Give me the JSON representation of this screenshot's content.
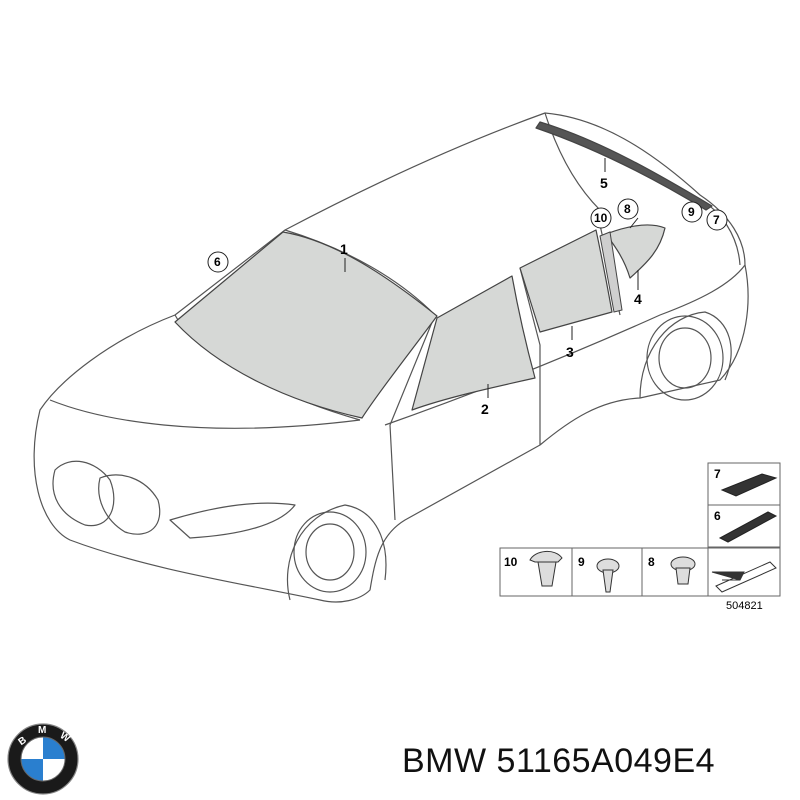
{
  "diagram": {
    "callouts": {
      "c1": "1",
      "c2": "2",
      "c3": "3",
      "c4": "4",
      "c5": "5",
      "c6": "6",
      "c7": "7",
      "c8": "8",
      "c9": "9",
      "c10": "10"
    },
    "legend": {
      "item7": "7",
      "item6": "6",
      "item10": "10",
      "item9": "9",
      "item8": "8"
    },
    "drawing_number": "504821"
  },
  "brand": {
    "logo_letters": "BMW",
    "logo_colors": {
      "ring": "#1a1a1a",
      "blue": "#2a7fcf",
      "white": "#ffffff"
    }
  },
  "caption": "BMW 51165A049E4"
}
